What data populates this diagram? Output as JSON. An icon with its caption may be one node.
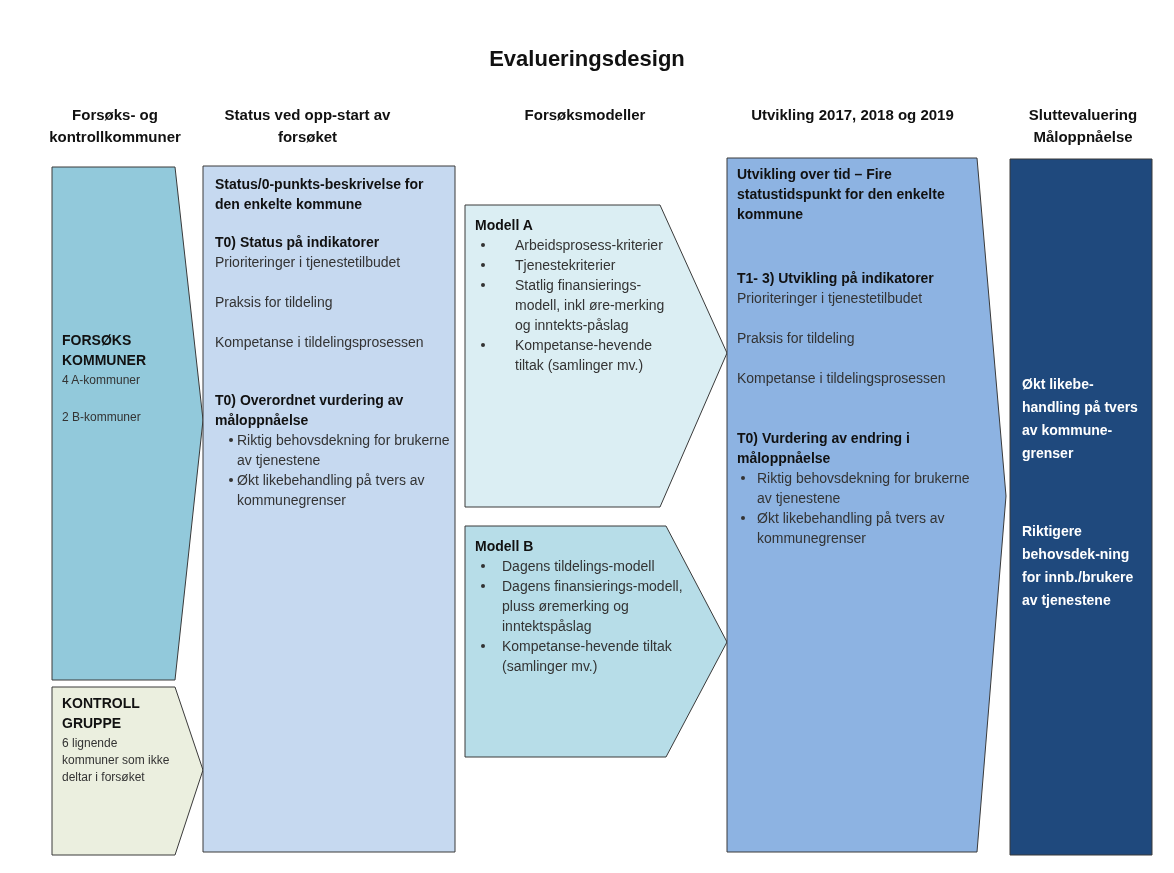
{
  "diagram": {
    "title": "Evalueringsdesign",
    "nodes": [
      {
        "text": [
          "FORSØKS KOMMUNER",
          "4 A-kommuner",
          "2 B-kommuner"
        ]
      },
      {
        "text": [
          "KONTROLL GRUPPE",
          "6 lignende kommuner som ikke deltar i forsøket"
        ]
      },
      {
        "text": [
          "Status/0-punkts-beskrivelse for den enkelte kommune",
          "T0) Status på indikatorer",
          "Prioriteringer i tjenestetilbudet",
          "Praksis for tildeling",
          "Kompetanse i tildelingsprosessen",
          "T0) Overordnet vurdering av måloppnåelse",
          "Riktig behovsdekning for brukerne av tjenestene",
          "Økt likebehandling på tvers av kommunegrenser"
        ]
      },
      {
        "text": [
          "Modell A",
          "Arbeidsprosess-kriterier",
          "Tjenestekriterier",
          "Statlig finansierings-modell, inkl øre-merking og inntekts-påslag",
          "Kompetanse-hevende tiltak (samlinger mv.)"
        ]
      },
      {
        "text": [
          "Modell B",
          "Dagens tildelings-modell",
          "Dagens finansierings-modell, pluss øremerking og inntektspåslag",
          "Kompetanse-hevende tiltak (samlinger mv.)"
        ]
      },
      {
        "text": [
          "Utvikling over tid – Fire statustidspunkt for den enkelte kommune",
          "T1- 3) Utvikling på indikatorer",
          "Prioriteringer i tjenestetilbudet",
          "Praksis for tildeling",
          "Kompetanse i tildelingsprosessen",
          "T0) Vurdering av endring i måloppnåelse",
          "Riktig behovsdekning for brukerne av tjenestene",
          "Økt likebehandling på tvers av kommunegrenser"
        ]
      },
      {
        "text": [
          "Økt likebe-handling på tvers av kommune-grenser",
          "Riktigere behovsdek-ning for innb./brukere av tjenestene"
        ]
      }
    ],
    "labels": [
      "Forsøks- og kontrollkommuner",
      "Status ved opp-start av forsøket",
      "Forsøksmodeller",
      "Utvikling 2017, 2018 og 2019",
      "Sluttevaluering Måloppnåelse"
    ]
  }
}
